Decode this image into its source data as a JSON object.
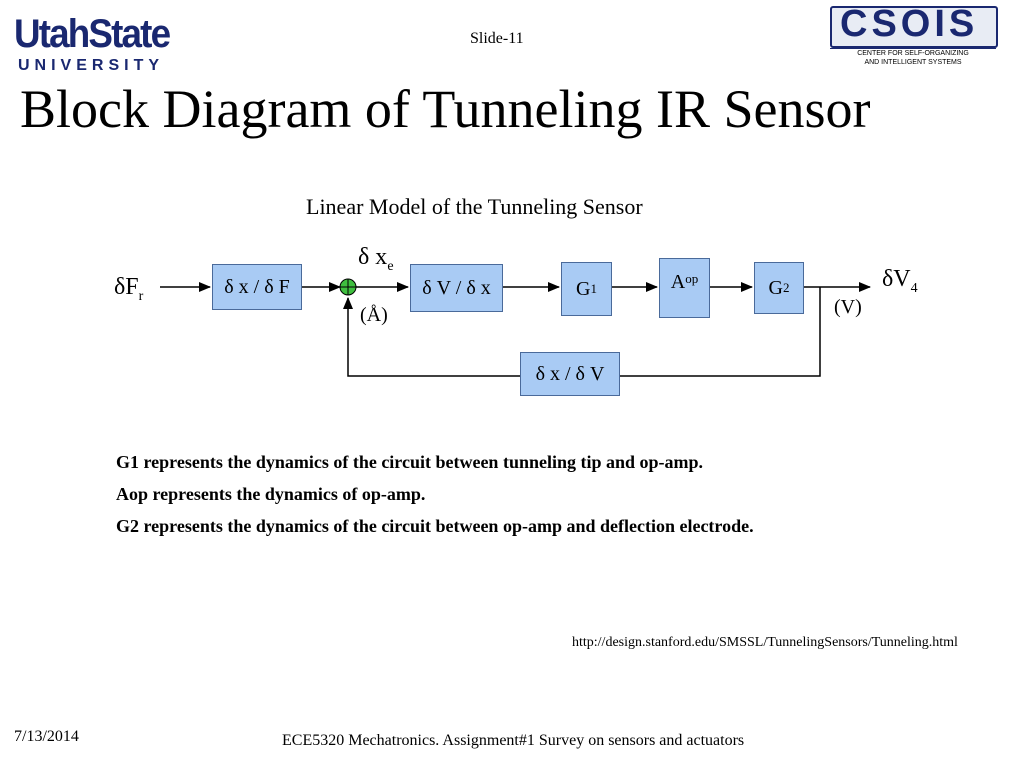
{
  "header": {
    "university_logo_main": "UtahState",
    "university_logo_sub": "UNIVERSITY",
    "slide_number": "Slide-11",
    "center_logo_main": "CSOIS",
    "center_logo_sub_line1": "CENTER FOR SELF-ORGANIZING",
    "center_logo_sub_line2": "AND INTELLIGENT SYSTEMS"
  },
  "title": "Block Diagram of Tunneling IR Sensor",
  "diagram": {
    "heading": "Linear Model of the Tunneling Sensor",
    "input_label": "δF",
    "input_subscript": "r",
    "summing_top_label": "δ x",
    "summing_top_subscript": "e",
    "summing_bottom_label": "(Å)",
    "output_label": "δV",
    "output_subscript": "4",
    "output_unit": "(V)",
    "blocks": {
      "dx_dF": "δ x / δ F",
      "dV_dx": "δ V / δ x",
      "g1": "G",
      "g1_sub": "1",
      "aop": "A",
      "aop_sub": "op",
      "g2": "G",
      "g2_sub": "2",
      "dx_dV": "δ x / δ V"
    },
    "colors": {
      "block_fill": "#a9cbf4",
      "summing_fill": "#3fbf3f"
    }
  },
  "captions": [
    "G1 represents the dynamics of the circuit  between tunneling tip and op-amp.",
    "Aop represents the dynamics of op-amp.",
    "G2 represents the dynamics of the circuit between op-amp and deflection electrode."
  ],
  "source_url": "http://design.stanford.edu/SMSSL/TunnelingSensors/Tunneling.html",
  "footer": {
    "date": "7/13/2014",
    "course": "ECE5320 Mechatronics. Assignment#1 Survey on sensors and actuators"
  }
}
